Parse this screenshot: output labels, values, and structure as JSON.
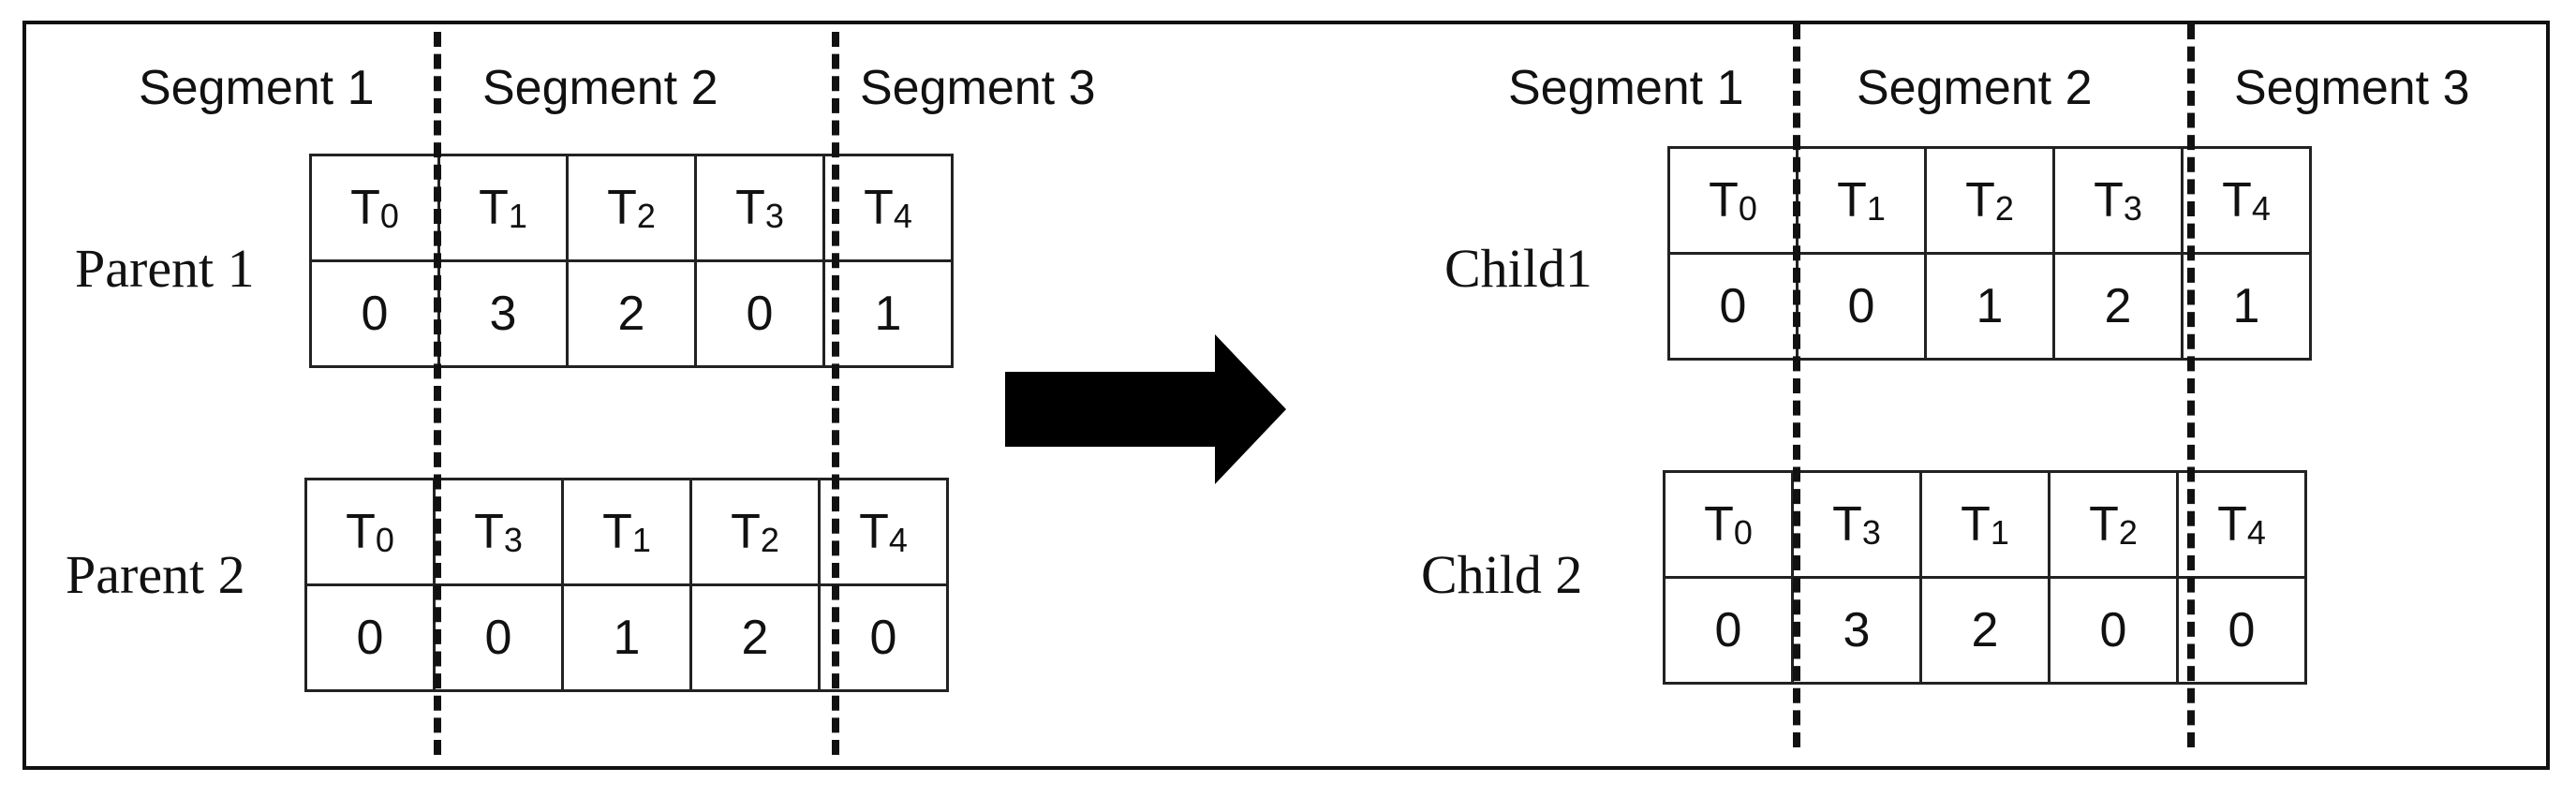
{
  "segments": [
    "Segment 1",
    "Segment 2",
    "Segment 3"
  ],
  "parents": [
    {
      "label": "Parent 1",
      "header": [
        [
          "T",
          "0"
        ],
        [
          "T",
          "1"
        ],
        [
          "T",
          "2"
        ],
        [
          "T",
          "3"
        ],
        [
          "T",
          "4"
        ]
      ],
      "values": [
        "0",
        "3",
        "2",
        "0",
        "1"
      ]
    },
    {
      "label": "Parent 2",
      "header": [
        [
          "T",
          "0"
        ],
        [
          "T",
          "3"
        ],
        [
          "T",
          "1"
        ],
        [
          "T",
          "2"
        ],
        [
          "T",
          "4"
        ]
      ],
      "values": [
        "0",
        "0",
        "1",
        "2",
        "0"
      ]
    }
  ],
  "children": [
    {
      "label": "Child1",
      "header": [
        [
          "T",
          "0"
        ],
        [
          "T",
          "1"
        ],
        [
          "T",
          "2"
        ],
        [
          "T",
          "3"
        ],
        [
          "T",
          "4"
        ]
      ],
      "values": [
        "0",
        "0",
        "1",
        "2",
        "1"
      ]
    },
    {
      "label": "Child 2",
      "header": [
        [
          "T",
          "0"
        ],
        [
          "T",
          "3"
        ],
        [
          "T",
          "1"
        ],
        [
          "T",
          "2"
        ],
        [
          "T",
          "4"
        ]
      ],
      "values": [
        "0",
        "3",
        "2",
        "0",
        "0"
      ]
    }
  ]
}
